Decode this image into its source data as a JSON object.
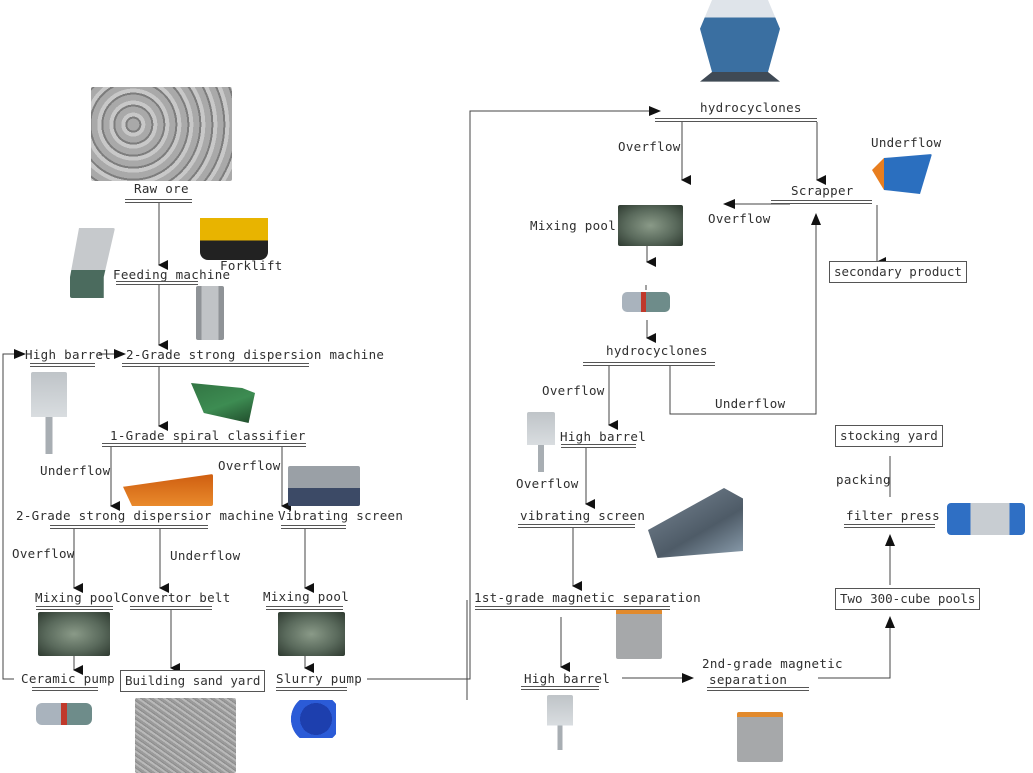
{
  "diagram": {
    "title": "Ore processing flow diagram",
    "nodes": {
      "raw_ore": "Raw ore",
      "forklift": "Forklift",
      "feeding_machine": "Feeding machine",
      "high_barrel_1": "High barrel",
      "dispersion_machine": "2-Grade strong dispersion machine",
      "spiral_classifier": "1-Grade spiral classifier",
      "dispersior_machine": "2-Grade strong dispersior machine",
      "vibrating_screen_1": "Vibrating screen",
      "mixing_pool_1": "Mixing pool",
      "convertor_belt": "Convertor belt",
      "mixing_pool_2": "Mixing pool",
      "ceramic_pump": "Ceramic pump",
      "building_sand_yard": "Building sand yard",
      "slurry_pump": "Slurry pump",
      "hydrocyclones_1": "hydrocyclones",
      "scrapper": "Scrapper",
      "secondary_product": "secondary product",
      "mixing_pool_3": "Mixing pool",
      "hydrocyclones_2": "hydrocyclones",
      "high_barrel_2": "High barrel",
      "vibrating_screen_2": "vibrating screen",
      "mag_sep_1": "1st-grade magnetic separation",
      "high_barrel_3": "High barrel",
      "mag_sep_2_line1": "2nd-grade magnetic",
      "mag_sep_2_line2": "separation",
      "two_pools": "Two 300-cube pools",
      "filter_press": "filter press",
      "stocking_yard": "stocking yard"
    },
    "edge_labels": {
      "underflow_classifier": "Underflow",
      "overflow_classifier": "Overflow",
      "overflow_dispersior": "Overflow",
      "underflow_dispersior": "Underflow",
      "overflow_hydro1": "Overflow",
      "underflow_hydro1": "Underflow",
      "overflow_scrapper": "Overflow",
      "overflow_hydro2": "Overflow",
      "underflow_hydro2": "Underflow",
      "overflow_barrel2": "Overflow",
      "packing": "packing"
    }
  }
}
